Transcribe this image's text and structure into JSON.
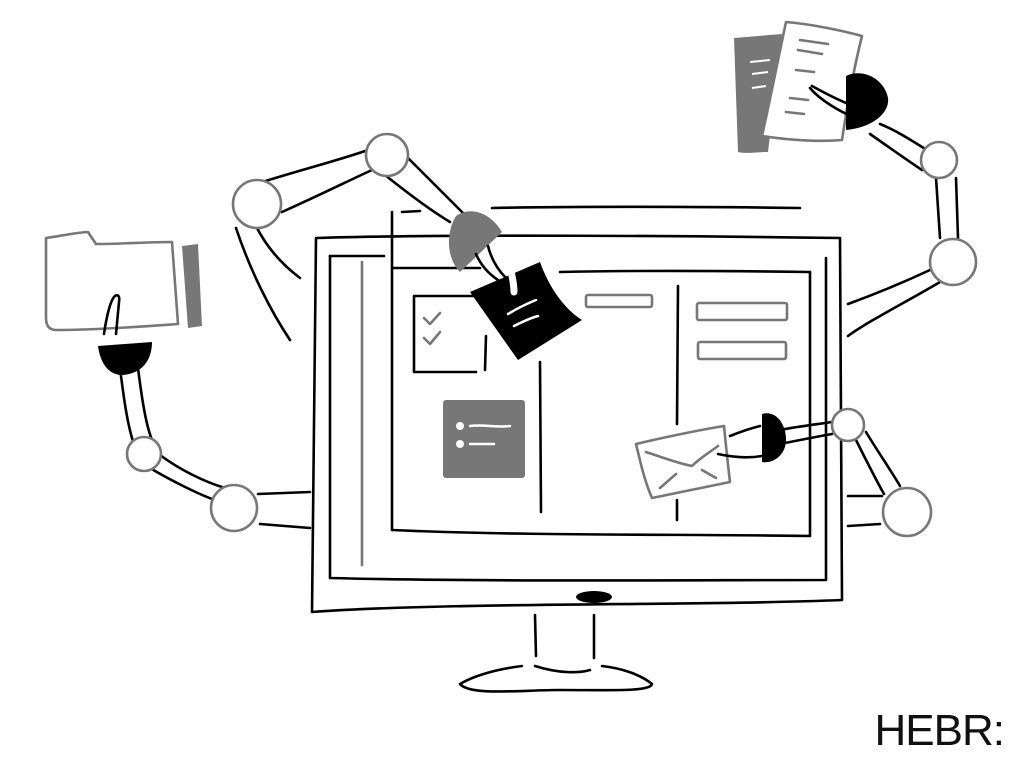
{
  "caption": {
    "text": "HEBR:"
  },
  "illustration": {
    "subject": "robot arms operating a computer monitor",
    "colors": {
      "ink": "#000000",
      "gray": "#777777",
      "background": "#ffffff"
    },
    "objects": [
      "monitor",
      "folder",
      "sticky-note",
      "document-stack",
      "envelope",
      "checklist",
      "list-card"
    ]
  }
}
